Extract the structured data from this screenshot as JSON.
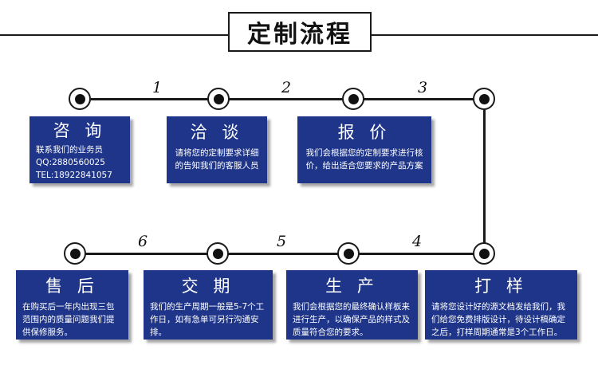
{
  "title": "定制流程",
  "steps": [
    {
      "num": "1"
    },
    {
      "num": "2"
    },
    {
      "num": "3"
    },
    {
      "num": "4"
    },
    {
      "num": "5"
    },
    {
      "num": "6"
    }
  ],
  "cards": {
    "consult": {
      "title": "咨 询",
      "lines": [
        "联系我们的业务员",
        "QQ:2880560025",
        "TEL:18922841057"
      ]
    },
    "discuss": {
      "title": "洽 谈",
      "desc": "请将您的定制要求详细的告知我们的客服人员"
    },
    "quote": {
      "title": "报 价",
      "desc": "我们会根据您的定制要求进行核价，给出适合您要求的产品方案"
    },
    "sample": {
      "title": "打 样",
      "desc": "请将您设计好的源文档发给我们，我们给您免费排版设计，待设计稿确定之后，打样周期通常是3个工作日。"
    },
    "produce": {
      "title": "生 产",
      "desc": "我们会根据您的最终确认样板来进行生产，以确保产品的样式及质量符合您的要求。"
    },
    "deliver": {
      "title": "交 期",
      "desc": "我们的生产周期一般是5-7个工作日，如有急单可另行沟通安排。"
    },
    "aftersale": {
      "title": "售 后",
      "desc": "在购买后一年内出现三包范围内的质量问题我们提供保修服务。"
    }
  }
}
